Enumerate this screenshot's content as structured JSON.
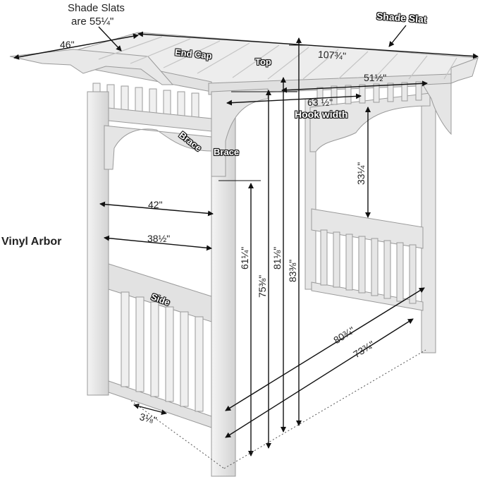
{
  "title": "Vinyl Arbor",
  "parts": {
    "shade_slats_line1": "Shade Slats",
    "shade_slats_line2": "are 55¼\"",
    "shade_slat": "Shade Slat",
    "end_cap": "End Cap",
    "top": "Top",
    "brace_left": "Brace",
    "brace_right": "Brace",
    "side": "Side",
    "hook_width": "Hook width"
  },
  "dimensions": {
    "top_depth": "46\"",
    "top_length": "107¾\"",
    "inner_top_width": "51½\"",
    "hook_span": "63 ½\"",
    "outer_width": "42\"",
    "inner_width": "38½\"",
    "arch_height": "33¼\"",
    "opening_height": "61¼\"",
    "height_to_top": "75⅜\"",
    "height_to_slats": "81⅛\"",
    "overall_height": "83⅜\"",
    "base_length_outer": "80¾\"",
    "base_length_inner": "73¾\"",
    "post_width": "3⅛\""
  },
  "colors": {
    "vinyl": "#ececec",
    "vinyl_shadow": "#c9c9c9",
    "outline": "#9a9a9a",
    "dimension_line": "#111111",
    "background": "#ffffff"
  }
}
